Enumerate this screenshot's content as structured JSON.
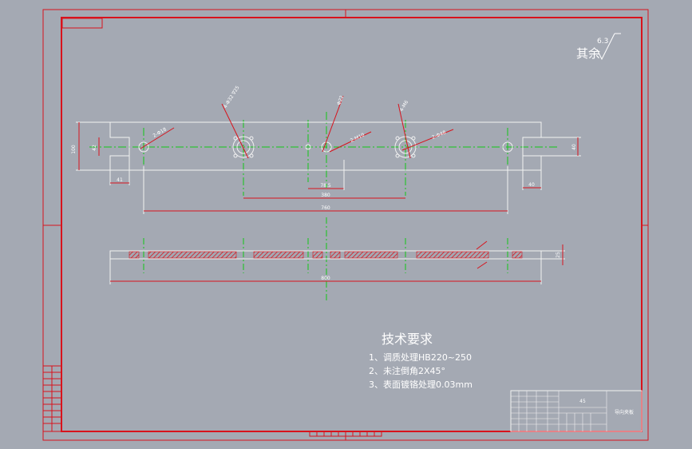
{
  "surface_finish": {
    "label": "其余",
    "value": "6.3"
  },
  "plan_view": {
    "dims": {
      "overall_height": "100",
      "slot_height_left": "42",
      "slot_width_left": "41",
      "slot_width_right": "40",
      "slot_height_right": "40",
      "center_small": "78.5",
      "span_mid": "380",
      "span_outer": "760"
    },
    "callouts": {
      "left_hole": "2-Φ18",
      "left_big_hole": "4-Φ32 ∇25",
      "center_hole": "Φ22",
      "center_right": "2-M10",
      "right_big": "2-Φ48",
      "right_thread": "4-M6"
    }
  },
  "section_view": {
    "dims": {
      "overall_length": "800",
      "thickness": "25"
    }
  },
  "tech_requirements": {
    "title": "技术要求",
    "items": [
      "1、调质处理HB220~250",
      "2、未注倒角2X45°",
      "3、表面镀铬处理0.03mm"
    ]
  },
  "title_block": {
    "material": "45",
    "part_name": "导向夹板"
  },
  "colors": {
    "background": "#a4a9b3",
    "border": "#d8131c",
    "outline": "#f2f2f2",
    "centerline": "#12c817",
    "dimension": "#d8131c",
    "hatch": "#d8131c"
  }
}
